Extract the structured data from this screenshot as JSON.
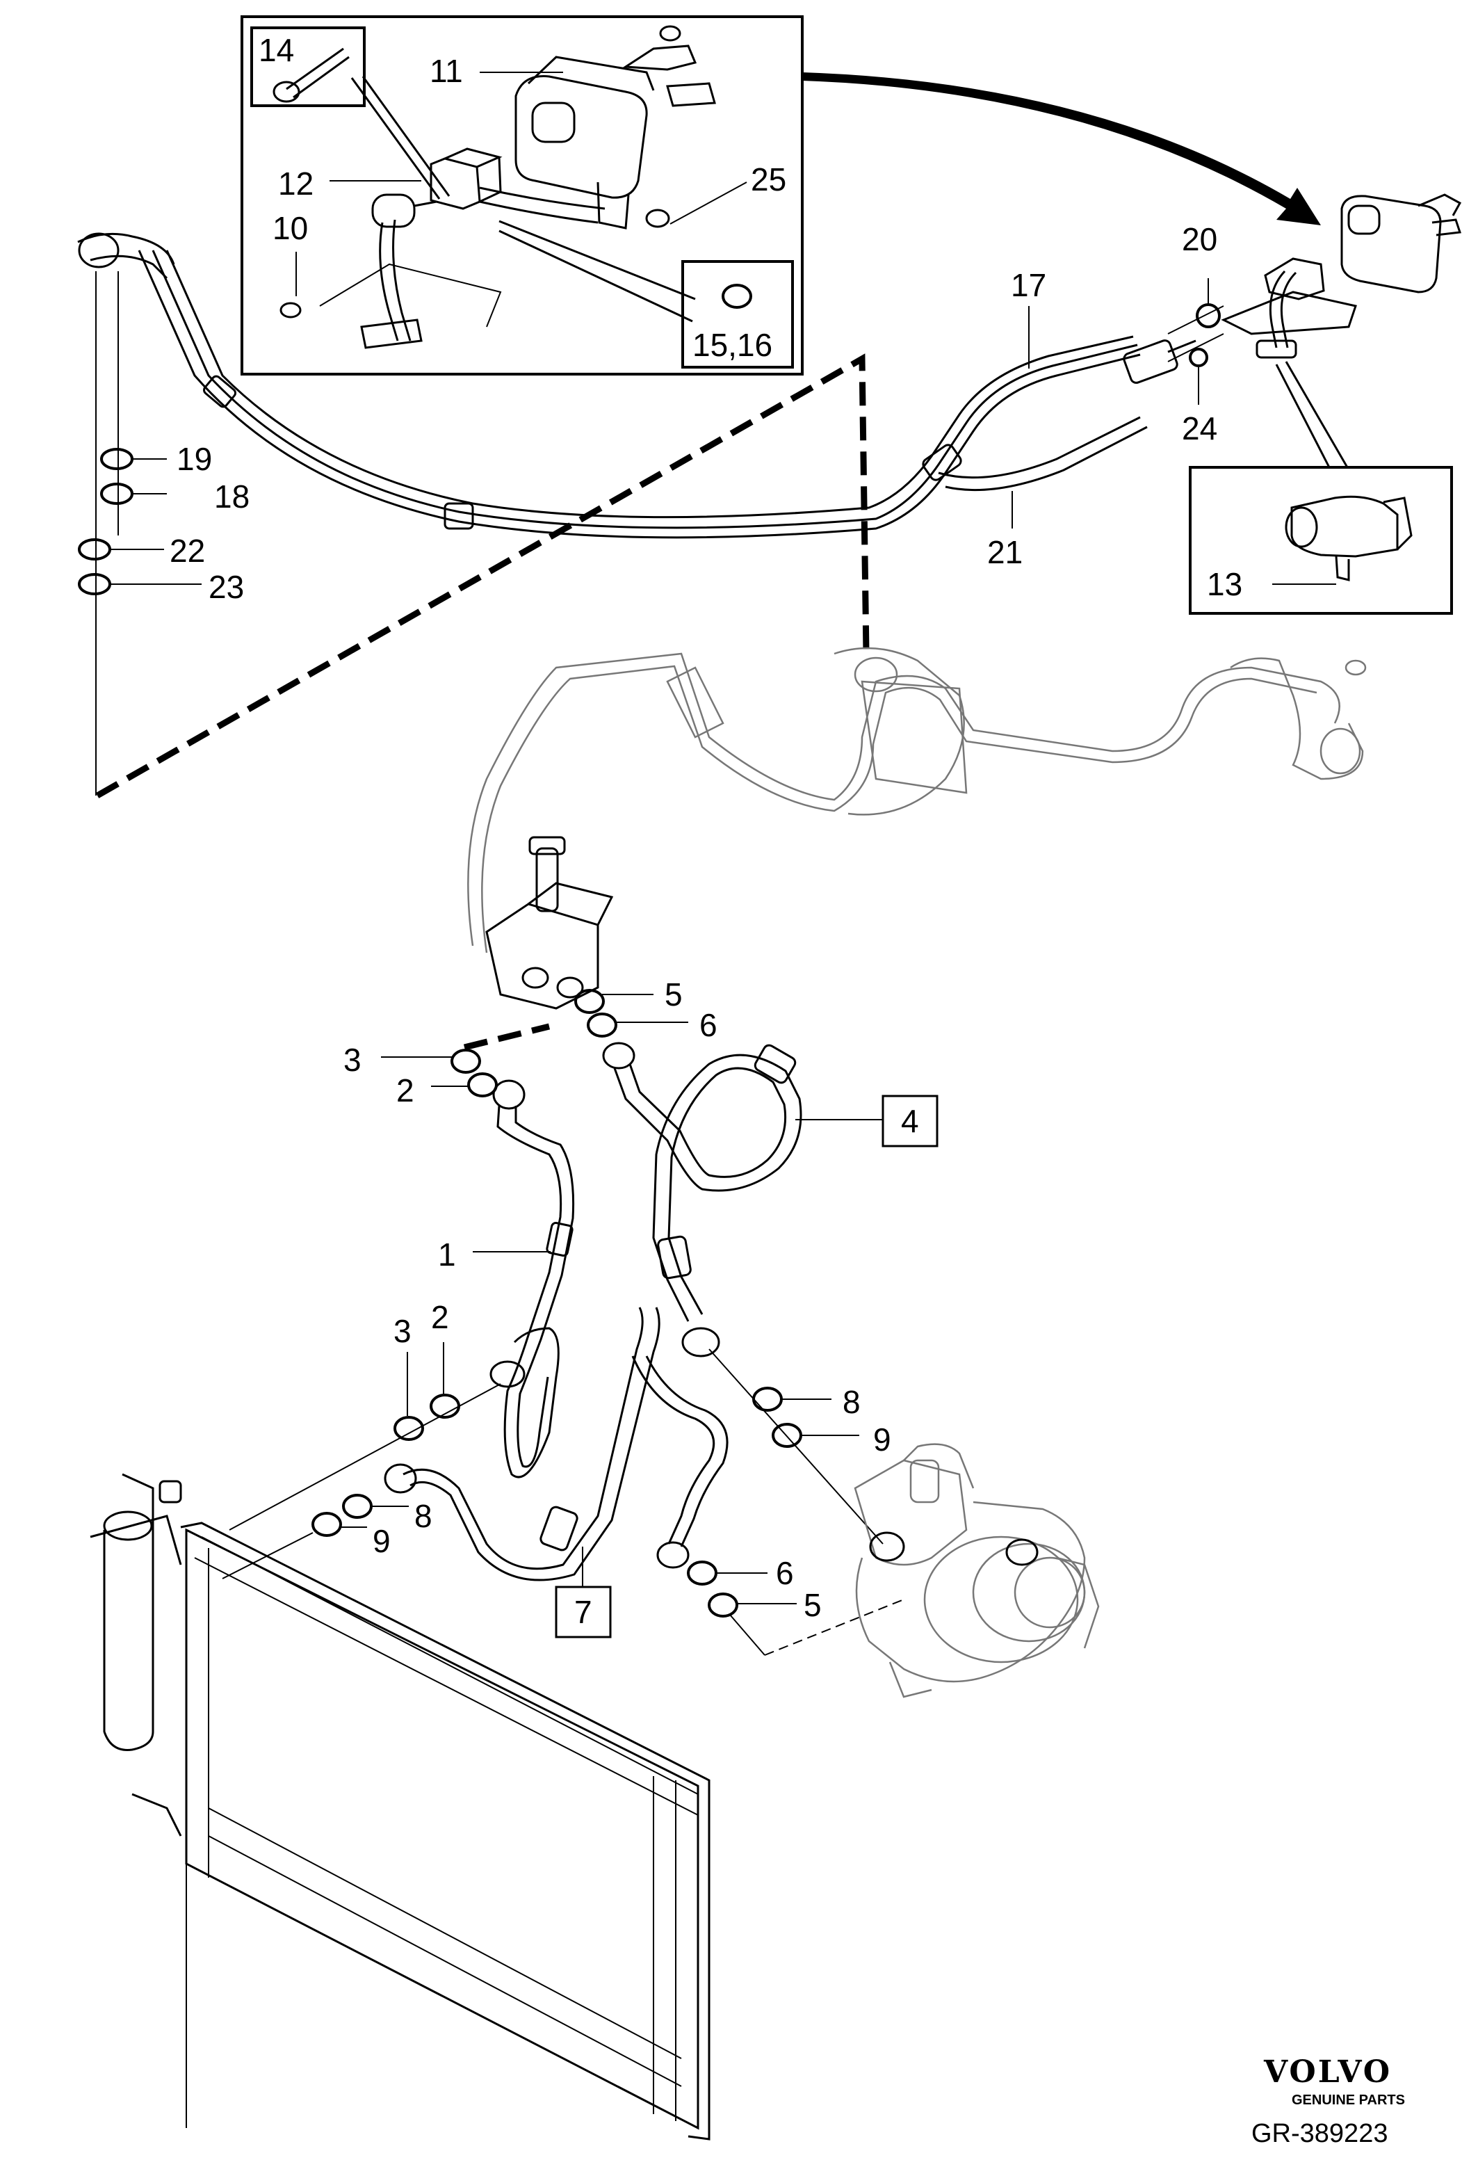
{
  "diagram": {
    "callouts": {
      "c1": "1",
      "c2a": "2",
      "c2b": "2",
      "c3a": "3",
      "c3b": "3",
      "c4": "4",
      "c5a": "5",
      "c5b": "5",
      "c6a": "6",
      "c6b": "6",
      "c7": "7",
      "c8a": "8",
      "c8b": "8",
      "c9a": "9",
      "c9b": "9",
      "c10": "10",
      "c11": "11",
      "c12": "12",
      "c13": "13",
      "c14": "14",
      "c15": "15,16",
      "c17": "17",
      "c18": "18",
      "c19": "19",
      "c20": "20",
      "c21": "21",
      "c22": "22",
      "c23": "23",
      "c24": "24",
      "c25": "25"
    }
  },
  "branding": {
    "logo_text": "VOLVO",
    "tagline": "GENUINE PARTS",
    "reference": "GR-389223"
  }
}
